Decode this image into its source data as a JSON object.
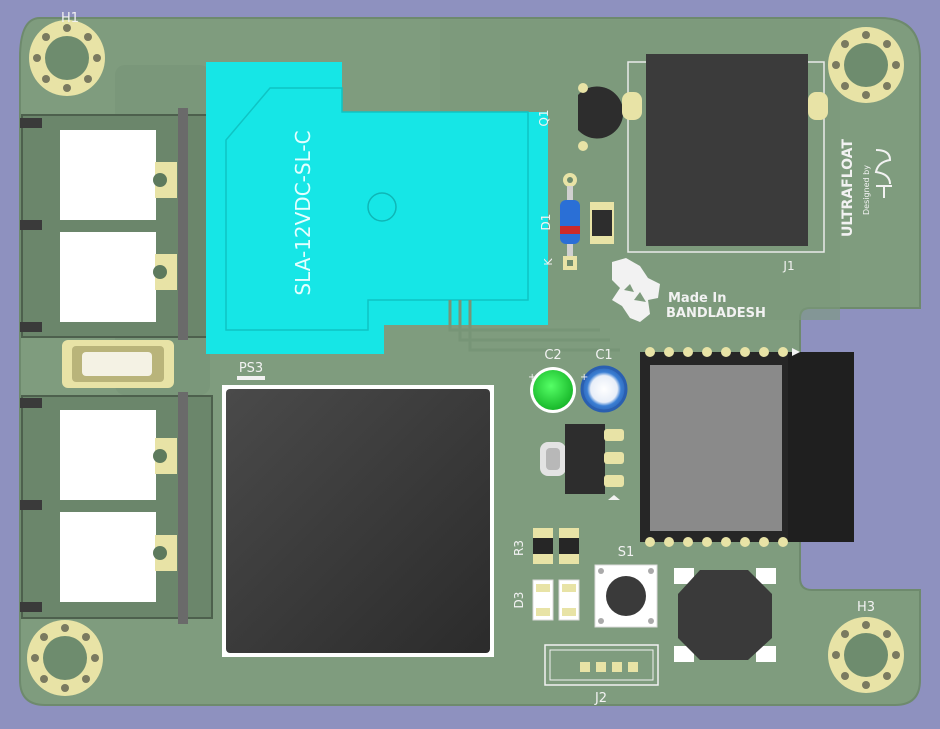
{
  "relay": {
    "part_text": "SLA-12VDC-SL-C",
    "color": "#16e6e6"
  },
  "designators": {
    "h1": "H1",
    "h3": "H3",
    "q1": "Q1",
    "d1": "D1",
    "k": "K",
    "j1": "J1",
    "ps3": "PS3",
    "c2": "C2",
    "c1": "C1",
    "r3": "R3",
    "d3": "D3",
    "s1": "S1",
    "j2": "J2"
  },
  "branding": {
    "made_in": "Made In",
    "country": "BANDLADESH",
    "product": "ULTRAFLOAT",
    "designed_by": "Designed by"
  },
  "colors": {
    "board": "#7f9c7e",
    "background": "#8e91bf",
    "pad_gold": "#e8e3a6",
    "c2_led": "#22dd33",
    "c1_cap": "#3b7fd4"
  }
}
